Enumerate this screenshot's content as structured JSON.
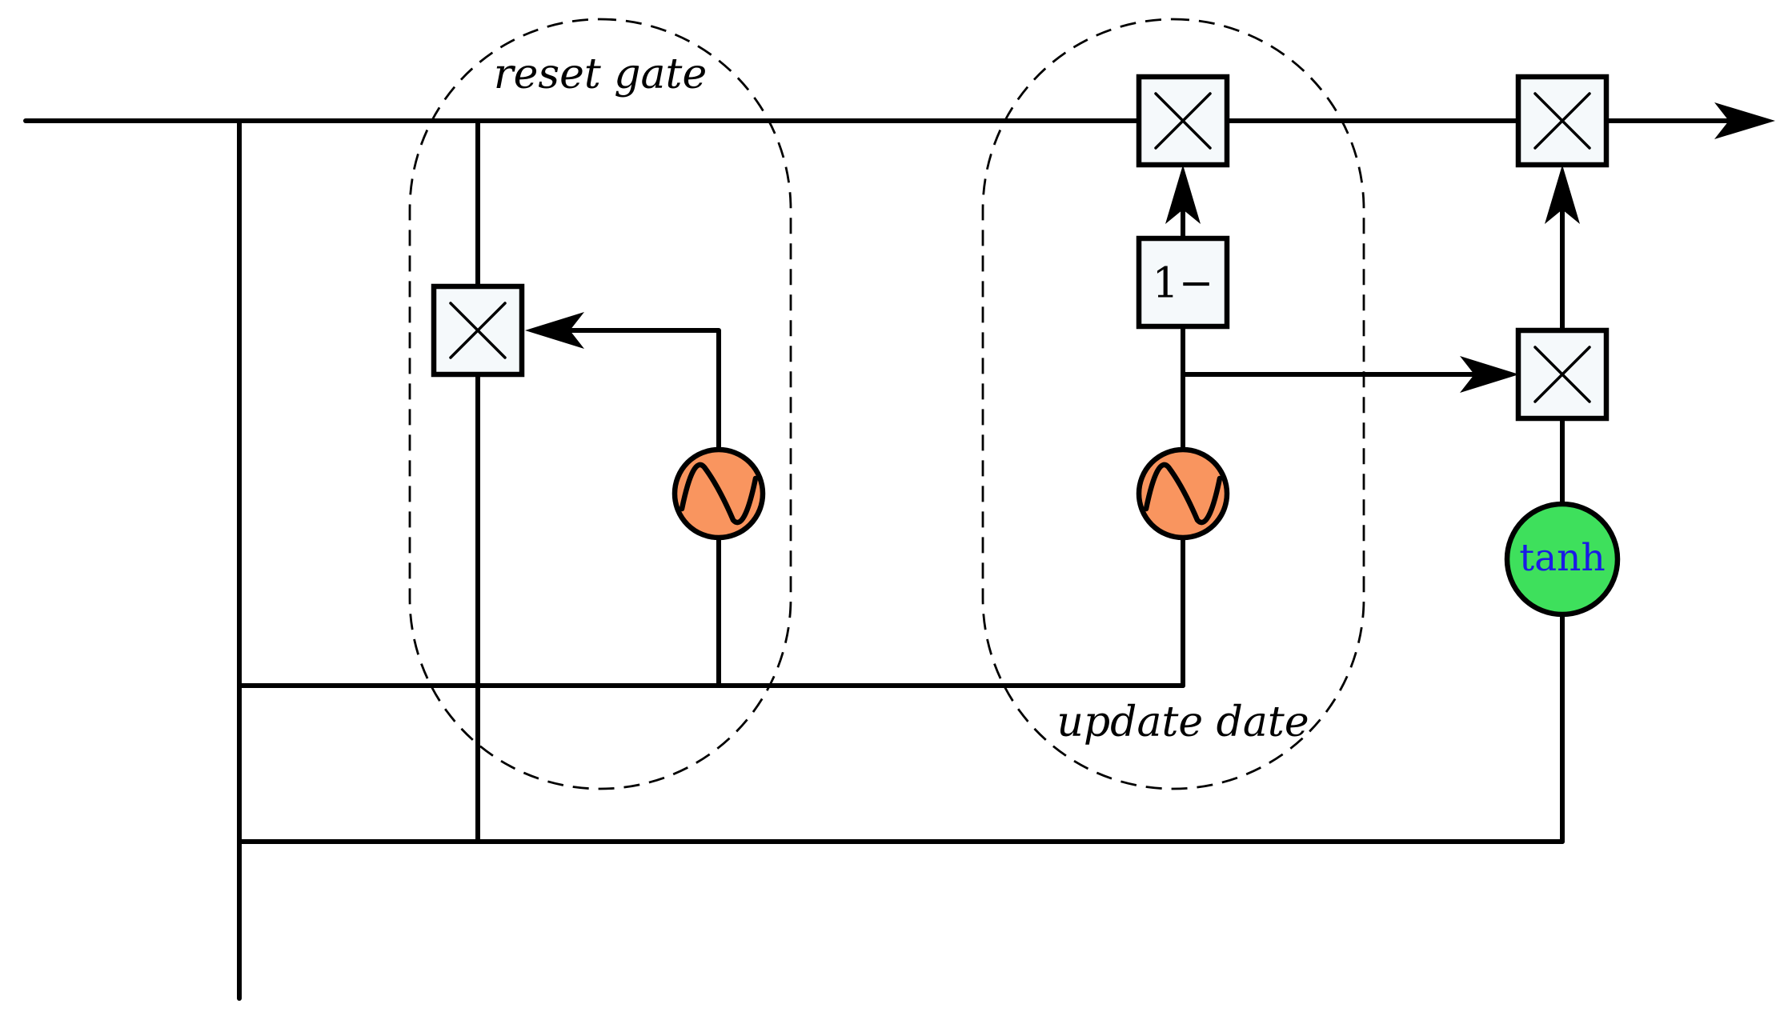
{
  "labels": {
    "reset_gate": "reset gate",
    "update_gate": "update date",
    "one_minus": "1−",
    "tanh": "tanh"
  },
  "nodes": {
    "reset_multiply": {
      "symbol": "×",
      "shape": "square"
    },
    "reset_sigmoid": {
      "symbol": "sigmoid-wave",
      "shape": "circle"
    },
    "update_multiply_top": {
      "symbol": "×",
      "shape": "square"
    },
    "one_minus_box": {
      "symbol": "1−",
      "shape": "square"
    },
    "update_sigmoid": {
      "symbol": "sigmoid-wave",
      "shape": "circle"
    },
    "output_multiply_top": {
      "symbol": "×",
      "shape": "square"
    },
    "output_multiply_mid": {
      "symbol": "×",
      "shape": "square"
    },
    "tanh_node": {
      "symbol": "tanh",
      "shape": "circle"
    }
  },
  "colors": {
    "multiply_box_fill": "#f5f9fb",
    "sigmoid_fill": "#f9955f",
    "tanh_fill": "#3ee05c",
    "tanh_text": "#1a1ae6",
    "stroke": "#000000",
    "background": "#ffffff"
  }
}
